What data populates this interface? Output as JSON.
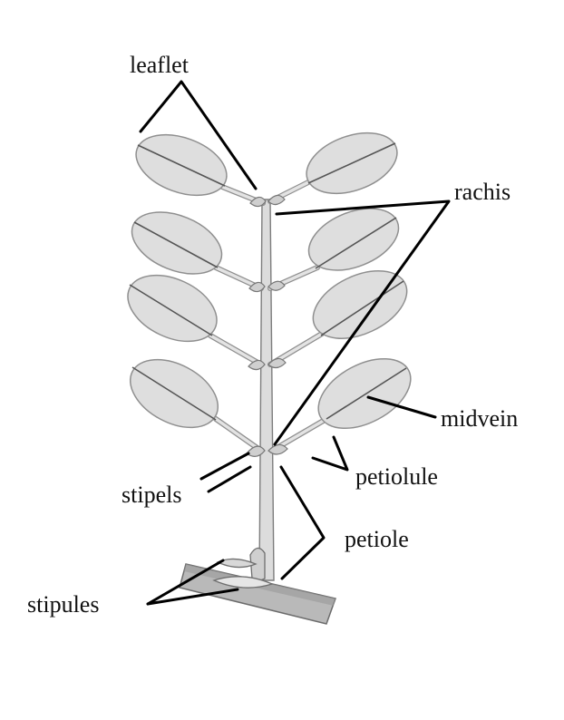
{
  "labels": {
    "leaflet": "leaflet",
    "rachis": "rachis",
    "midvein": "midvein",
    "petiolule": "petiolule",
    "stipels": "stipels",
    "petiole": "petiole",
    "stipules": "stipules"
  }
}
